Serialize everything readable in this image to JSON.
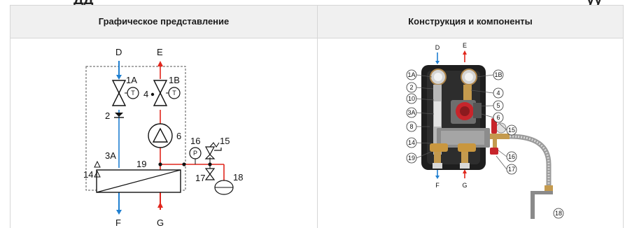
{
  "top_strip": {
    "left": "ДД",
    "right": "уу"
  },
  "table": {
    "col1_header": "Графическое представление",
    "col2_header": "Конструкция и компоненты"
  },
  "diagram": {
    "labels": {
      "d": "D",
      "e": "E",
      "f": "F",
      "g": "G",
      "l1a": "1A",
      "l1b": "1B",
      "l2": "2",
      "l3a": "3A",
      "l4": "4",
      "l6": "6",
      "l14": "14",
      "l15": "15",
      "l16": "16",
      "l17": "17",
      "l18": "18",
      "l19": "19",
      "t": "T",
      "p": "P"
    },
    "colors": {
      "cold": "#1f7fd0",
      "hot": "#e1261c"
    }
  },
  "photo": {
    "labels": {
      "d": "D",
      "e": "E",
      "f": "F",
      "g": "G",
      "c1a": "1A",
      "c1b": "1B",
      "c2": "2",
      "c3a": "3A",
      "c4": "4",
      "c5": "5",
      "c6": "6",
      "c8": "8",
      "c10": "10",
      "c14": "14",
      "c15": "15",
      "c16": "16",
      "c17": "17",
      "c18": "18",
      "c19": "19"
    }
  }
}
